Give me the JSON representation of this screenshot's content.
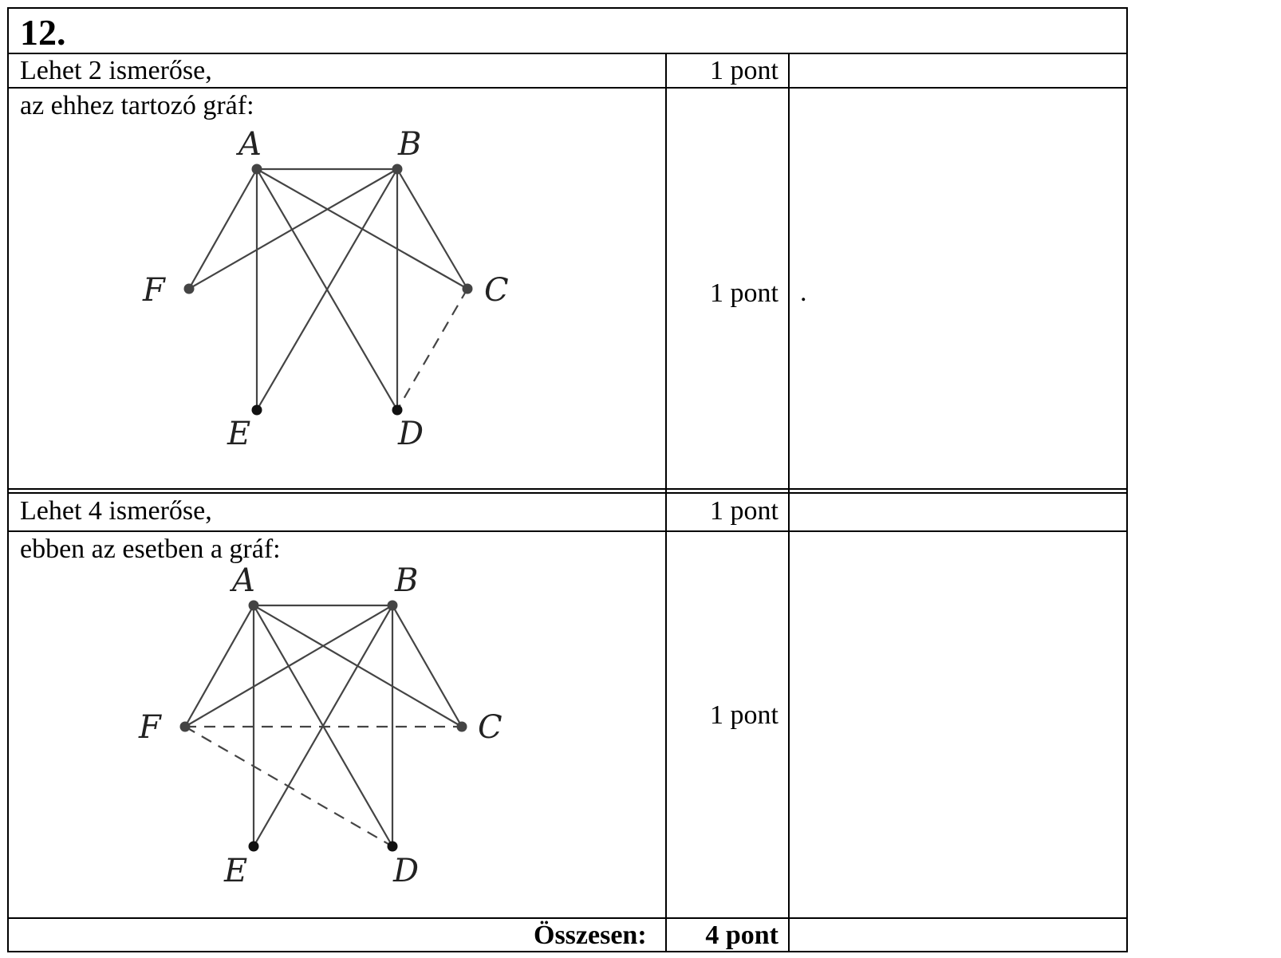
{
  "task_number": "12.",
  "rows": [
    {
      "text": "Lehet 2 ismerőse,",
      "points": "1 pont"
    },
    {
      "text": "az ehhez tartozó gráf:",
      "points": "1 pont",
      "note": "."
    },
    {
      "text": "Lehet 4 ismerőse,",
      "points": "1 pont"
    },
    {
      "text": "ebben az esetben a gráf:",
      "points": "1 pont"
    }
  ],
  "total": {
    "label": "Összesen:",
    "points": "4 pont"
  },
  "graph1": {
    "labels": {
      "A": "A",
      "B": "B",
      "C": "C",
      "D": "D",
      "E": "E",
      "F": "F"
    },
    "solid_edges": [
      [
        "A",
        "B"
      ],
      [
        "A",
        "F"
      ],
      [
        "A",
        "E"
      ],
      [
        "A",
        "C"
      ],
      [
        "A",
        "D"
      ],
      [
        "B",
        "F"
      ],
      [
        "B",
        "E"
      ],
      [
        "B",
        "C"
      ],
      [
        "B",
        "D"
      ]
    ],
    "dashed_edges": [
      [
        "C",
        "D"
      ]
    ]
  },
  "graph2": {
    "labels": {
      "A": "A",
      "B": "B",
      "C": "C",
      "D": "D",
      "E": "E",
      "F": "F"
    },
    "solid_edges": [
      [
        "A",
        "B"
      ],
      [
        "A",
        "F"
      ],
      [
        "A",
        "E"
      ],
      [
        "A",
        "C"
      ],
      [
        "A",
        "D"
      ],
      [
        "B",
        "F"
      ],
      [
        "B",
        "E"
      ],
      [
        "B",
        "C"
      ],
      [
        "B",
        "D"
      ]
    ],
    "dashed_edges": [
      [
        "F",
        "C"
      ],
      [
        "F",
        "D"
      ]
    ]
  }
}
